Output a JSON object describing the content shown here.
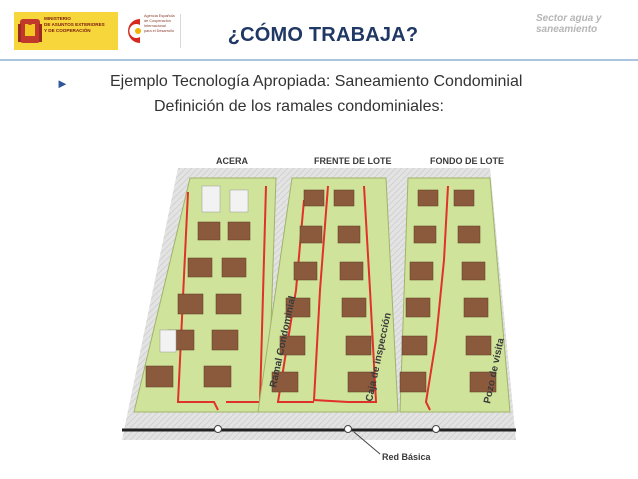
{
  "header": {
    "logo_ministerio_lines": [
      "MINISTERIO",
      "DE ASUNTOS EXTERIORES",
      "Y DE COOPERACIÓN"
    ],
    "logo_agencia_lines": [
      "Agencia Española",
      "de Cooperación",
      "Internacional",
      "para el Desarrollo"
    ],
    "title": "¿CÓMO TRABAJA?",
    "sector": "Sector agua y saneamiento"
  },
  "body": {
    "bullet_text": "Ejemplo Tecnología Apropiada: Saneamiento Condominial",
    "subtext": "Definición de los ramales condominiales:"
  },
  "diagram": {
    "column_labels": [
      "ACERA",
      "FRENTE DE LOTE",
      "FONDO DE LOTE"
    ],
    "annotations": {
      "ramal": "Ramal Condominial",
      "caja": "Caja de inspección",
      "pozo": "Pozo de visita",
      "red": "Red Básica"
    },
    "colors": {
      "lot_green": "#cfe39a",
      "road_gray": "#d9d9d9",
      "sewer_red": "#e0312b",
      "roof_brown": "#8b5a3c",
      "title_navy": "#1f3864"
    }
  }
}
